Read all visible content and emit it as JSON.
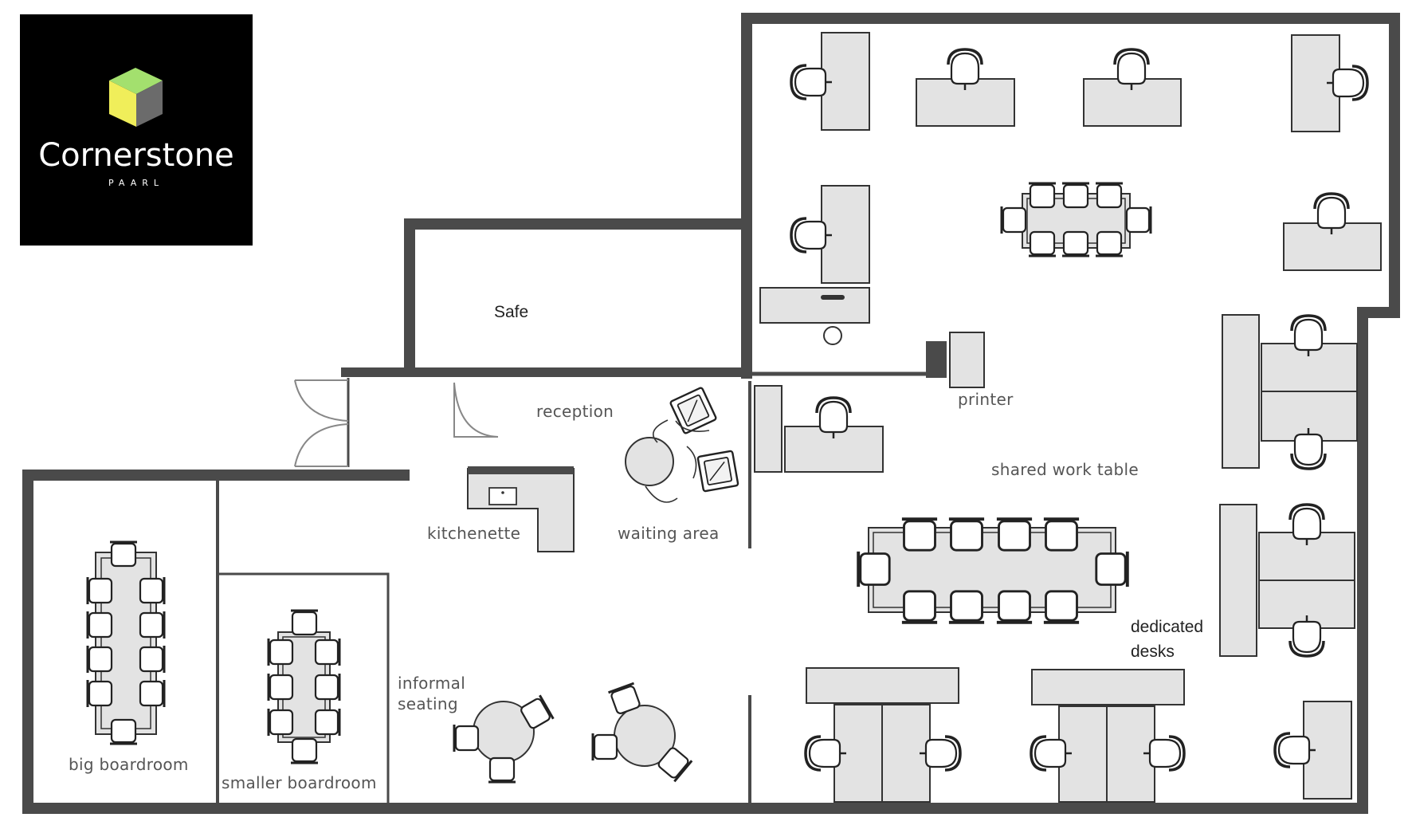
{
  "logo": {
    "name": "Cornerstone",
    "subtitle": "PAARL",
    "colors": {
      "background": "#000000",
      "cube_top": "#a3e06e",
      "cube_left": "#f0ee5a",
      "cube_right": "#6b6b6b"
    }
  },
  "labels": {
    "safe": "Safe",
    "reception": "reception",
    "printer": "printer",
    "kitchenette": "kitchenette",
    "waiting_area": "waiting area",
    "shared_work_table": "shared work table",
    "dedicated": "dedicated",
    "desks": "desks",
    "informal": "informal",
    "seating": "seating",
    "big_boardroom": "big boardroom",
    "smaller_boardroom": "smaller boardroom"
  },
  "colors": {
    "wall": "#4a4a4a",
    "furniture": "#e3e3e3",
    "outline": "#333333"
  }
}
